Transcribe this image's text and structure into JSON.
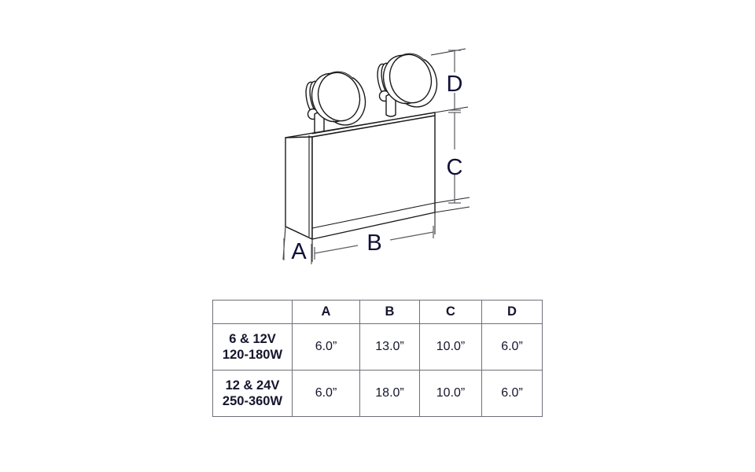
{
  "diagram": {
    "title_visible": false,
    "type": "isometric-technical-drawing",
    "subject": "dual-head emergency light fixture",
    "dimension_labels": [
      {
        "id": "A",
        "label": "A",
        "meaning": "depth",
        "position": "bottom-left"
      },
      {
        "id": "B",
        "label": "B",
        "meaning": "width",
        "position": "bottom-center"
      },
      {
        "id": "C",
        "label": "C",
        "meaning": "housing-height",
        "position": "right-lower"
      },
      {
        "id": "D",
        "label": "D",
        "meaning": "lamp-head-height",
        "position": "right-upper"
      }
    ],
    "colors": {
      "outline": "#1a1a1a",
      "dimension_line": "#5f5f67",
      "letter": "#101038",
      "background": "#ffffff",
      "lamp_rim": "#111111"
    },
    "lamp_heads": 2
  },
  "table": {
    "columns": [
      "",
      "A",
      "B",
      "C",
      "D"
    ],
    "rows": [
      {
        "label_line1": "6 & 12V",
        "label_line2": "120-180W",
        "values": [
          "6.0”",
          "13.0”",
          "10.0”",
          "6.0”"
        ]
      },
      {
        "label_line1": "12 & 24V",
        "label_line2": "250-360W",
        "values": [
          "6.0”",
          "18.0”",
          "10.0”",
          "6.0”"
        ]
      }
    ]
  }
}
